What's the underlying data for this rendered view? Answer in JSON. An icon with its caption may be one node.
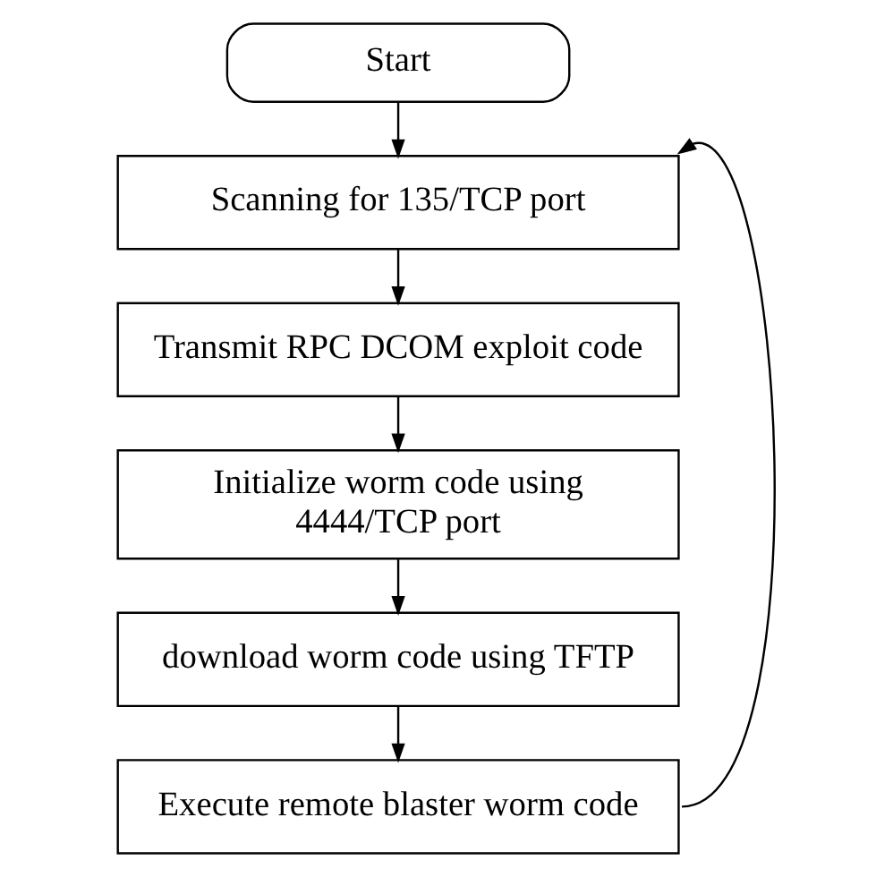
{
  "diagram": {
    "nodes": [
      {
        "text": [
          "Start"
        ]
      },
      {
        "text": [
          "Scanning for 135/TCP port"
        ]
      },
      {
        "text": [
          "Transmit RPC DCOM exploit code"
        ]
      },
      {
        "text": [
          "Initialize worm code using 4444/TCP port"
        ]
      },
      {
        "text": [
          "download worm code using TFTP"
        ]
      },
      {
        "text": [
          "Execute remote blaster worm code"
        ]
      }
    ],
    "edges": [
      {
        "from": 0,
        "to": 1,
        "arrow": "to"
      },
      {
        "from": 1,
        "to": 2,
        "arrow": "to"
      },
      {
        "from": 2,
        "to": 3,
        "arrow": "to"
      },
      {
        "from": 3,
        "to": 4,
        "arrow": "to"
      },
      {
        "from": 4,
        "to": 5,
        "arrow": "to"
      },
      {
        "from": 5,
        "to": 1,
        "arrow": "to"
      }
    ]
  }
}
